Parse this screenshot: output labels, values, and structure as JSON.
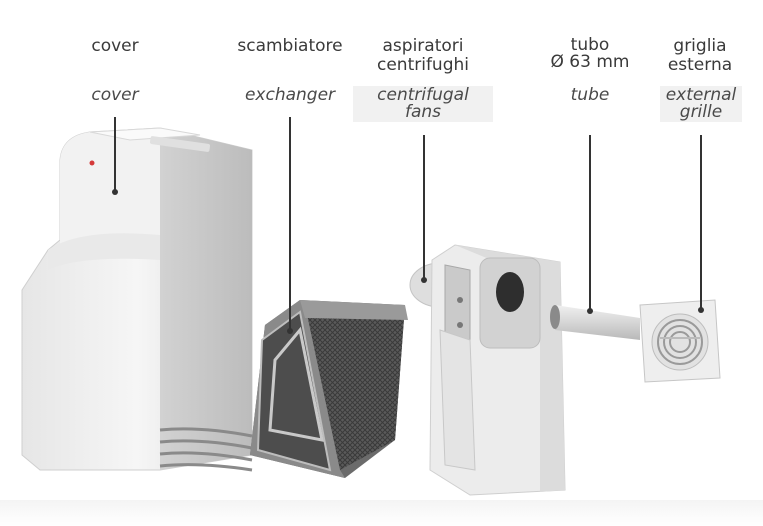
{
  "labels": {
    "cover": {
      "it": "cover",
      "en": "cover"
    },
    "exchanger": {
      "it": "scambiatore",
      "en": "exchanger"
    },
    "fans": {
      "it": "aspiratori\ncentrifughi",
      "en": "centrifugal\nfans"
    },
    "tube": {
      "it": "tubo\nØ 63 mm",
      "en": "tube"
    },
    "grille": {
      "it": "griglia\nesterna",
      "en": "external\ngrille"
    }
  },
  "components": [
    "cover",
    "exchanger",
    "centrifugal-fans",
    "tube",
    "external-grille"
  ]
}
